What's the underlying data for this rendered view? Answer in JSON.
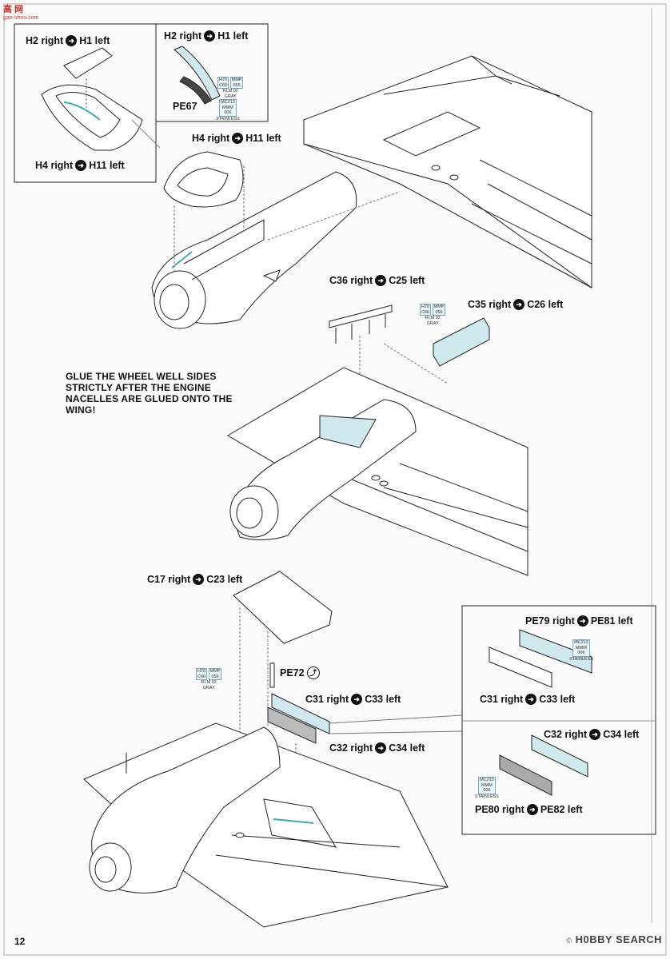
{
  "watermark": {
    "text": "高 网",
    "sub": "gao-shou.com"
  },
  "page_number": "12",
  "notice": "GLUE THE WHEEL WELL SIDES STRICTLY AFTER THE ENGINE NACELLES ARE GLUED ONTO THE WING!",
  "footer_brand": "H0BBY SEARCH",
  "footer_copy": "©",
  "labels": {
    "a_l": "H2 right",
    "a_r": "H1 left",
    "b_l": "H2 right",
    "b_r": "H1 left",
    "c": "PE67",
    "d_l": "H4 right",
    "d_r": "H11 left",
    "e_l": "H4 right",
    "e_r": "H11 left",
    "f_l": "C36 right",
    "f_r": "C25 left",
    "g_l": "C35 right",
    "g_r": "C26 left",
    "h_l": "C17 right",
    "h_r": "C23 left",
    "i": "PE72",
    "j_l": "PE79 right",
    "j_r": "PE81 left",
    "k_l": "C31 right",
    "k_r": "C33 left",
    "l_l": "C31 right",
    "l_r": "C33 left",
    "m_l": "C32 right",
    "m_r": "C34 left",
    "n_l": "C32 right",
    "n_r": "C34 left",
    "o_l": "PE80 right",
    "o_r": "PE82 left"
  },
  "paints": {
    "p1": {
      "a": "H70",
      "b": "MMP",
      "c": "C60",
      "d": "056",
      "e": "RLM 02",
      "f": "GRAY"
    },
    "p2": {
      "a": "MC213",
      "b": "MMM",
      "c": "006",
      "d": "STAINLESS"
    },
    "p3": {
      "a": "H70",
      "b": "MMP",
      "c": "C60",
      "d": "056",
      "e": "RLM 02",
      "f": "GRAY"
    },
    "p4": {
      "a": "H70",
      "b": "MMP",
      "c": "C60",
      "d": "056",
      "e": "RLM 02",
      "f": "GRAY"
    },
    "p5": {
      "a": "MC213",
      "b": "MMM",
      "c": "006",
      "d": "STAINLESS"
    },
    "p6": {
      "a": "MC213",
      "b": "MMM",
      "c": "006",
      "d": "STAINLESS"
    }
  },
  "icons": {
    "swap": "right-left-swap-icon",
    "bend": "bend-arrow-icon"
  },
  "colors": {
    "highlight": "#cfe9ee",
    "line": "#222222",
    "guide": "#666666",
    "watermark": "#c8302a"
  }
}
